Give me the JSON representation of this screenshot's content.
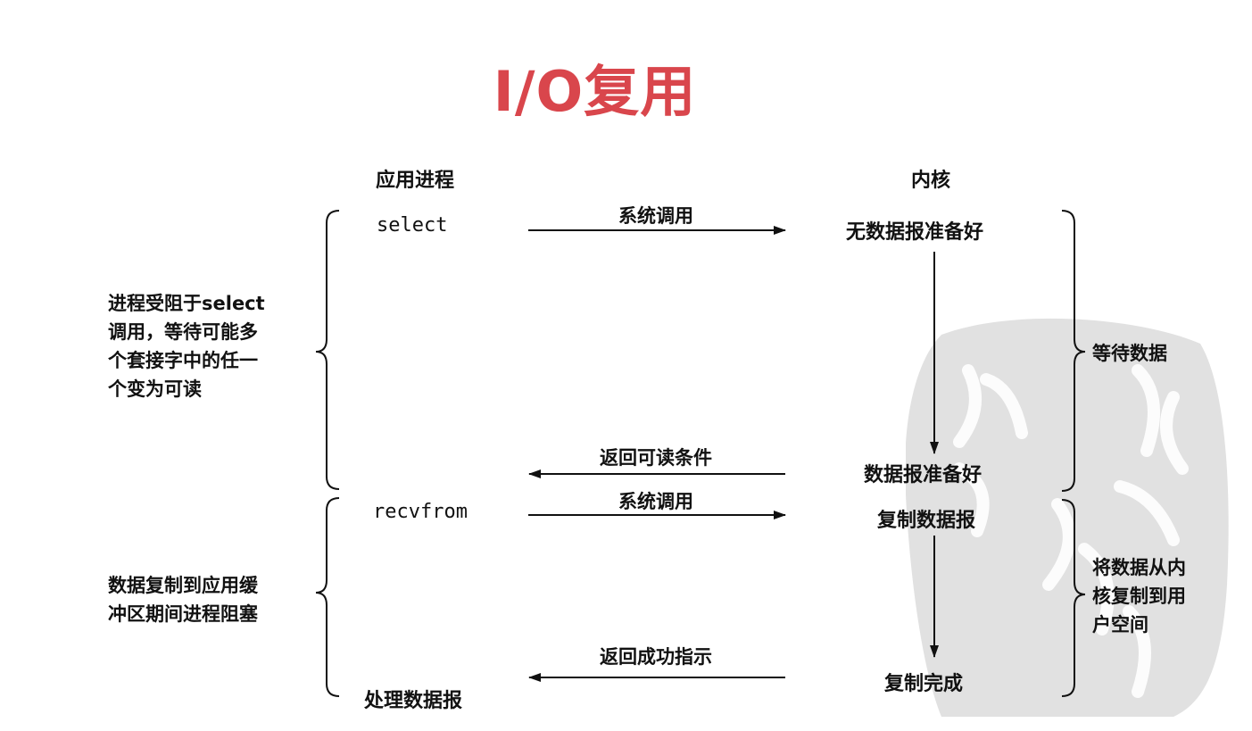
{
  "title": "I/O复用",
  "headers": {
    "app_process": "应用进程",
    "kernel": "内核"
  },
  "app_steps": {
    "select": "select",
    "recvfrom": "recvfrom",
    "process_data": "处理数据报"
  },
  "kernel_steps": {
    "no_data": "无数据报准备好",
    "data_ready": "数据报准备好",
    "copy_data": "复制数据报",
    "copy_done": "复制完成"
  },
  "arrows": {
    "syscall_1": "系统调用",
    "return_readable": "返回可读条件",
    "syscall_2": "系统调用",
    "return_success": "返回成功指示"
  },
  "left_notes": {
    "blocked_on_select": [
      "进程受阻于select",
      "调用，等待可能多",
      "个套接字中的任一",
      "个变为可读"
    ],
    "blocked_on_copy": [
      "数据复制到应用缓",
      "冲区期间进程阻塞"
    ]
  },
  "right_notes": {
    "wait_data": [
      "等待数据"
    ],
    "copy_to_user": [
      "将数据从内",
      "核复制到用",
      "户空间"
    ]
  },
  "colors": {
    "title": "#d9464c",
    "text": "#111111",
    "watermark": "#d4d4d4"
  }
}
